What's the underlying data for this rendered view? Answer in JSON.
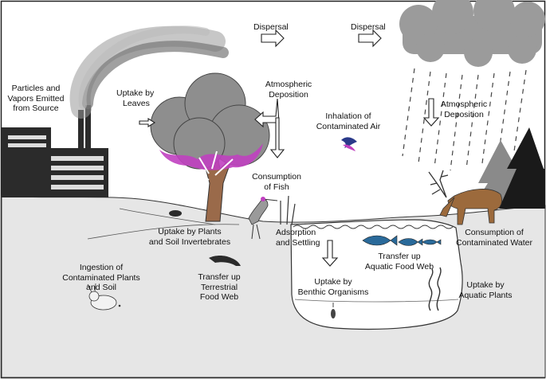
{
  "labels": {
    "source": [
      "Particles and",
      "Vapors Emitted",
      "from Source"
    ],
    "dispersal_left": [
      "Dispersal"
    ],
    "dispersal_right": [
      "Dispersal"
    ],
    "uptake_leaves": [
      "Uptake by",
      "Leaves"
    ],
    "atm_deposition_left": [
      "Atmospheric",
      "Deposition"
    ],
    "atm_deposition_right": [
      "Atmospheric",
      "Deposition"
    ],
    "inhalation": [
      "Inhalation of",
      "Contaminated Air"
    ],
    "consumption_fish": [
      "Consumption",
      "of Fish"
    ],
    "uptake_plants": [
      "Uptake by Plants",
      "and Soil Invertebrates"
    ],
    "adsorption": [
      "Adsorption",
      "and Settling"
    ],
    "consumption_water": [
      "Consumption of",
      "Contaminated Water"
    ],
    "ingestion": [
      "Ingestion of",
      "Contaminated Plants",
      "and Soil"
    ],
    "terrestrial": [
      "Transfer up",
      "Terrestrial",
      "Food Web"
    ],
    "aquatic": [
      "Transfer up",
      "Aquatic Food Web"
    ],
    "benthic": [
      "Uptake by",
      "Benthic Organisms"
    ],
    "aquatic_plants": [
      "Uptake by",
      "Aquatic Plants"
    ]
  },
  "colors": {
    "ground": "#e6e6e6",
    "cloud": "#9b9b9b",
    "smoke": "#8c8c8c",
    "tree_canopy": "#8e8e8e",
    "canopy_highlight": "#c040c0",
    "factory": "#2b2b2b",
    "trunk": "#9a6a4a",
    "deer": "#9c6a3c",
    "fish": "#2a6a9a",
    "pine_light": "#8a8a8a",
    "pine_dark": "#1a1a1a",
    "water": "#ffffff"
  }
}
